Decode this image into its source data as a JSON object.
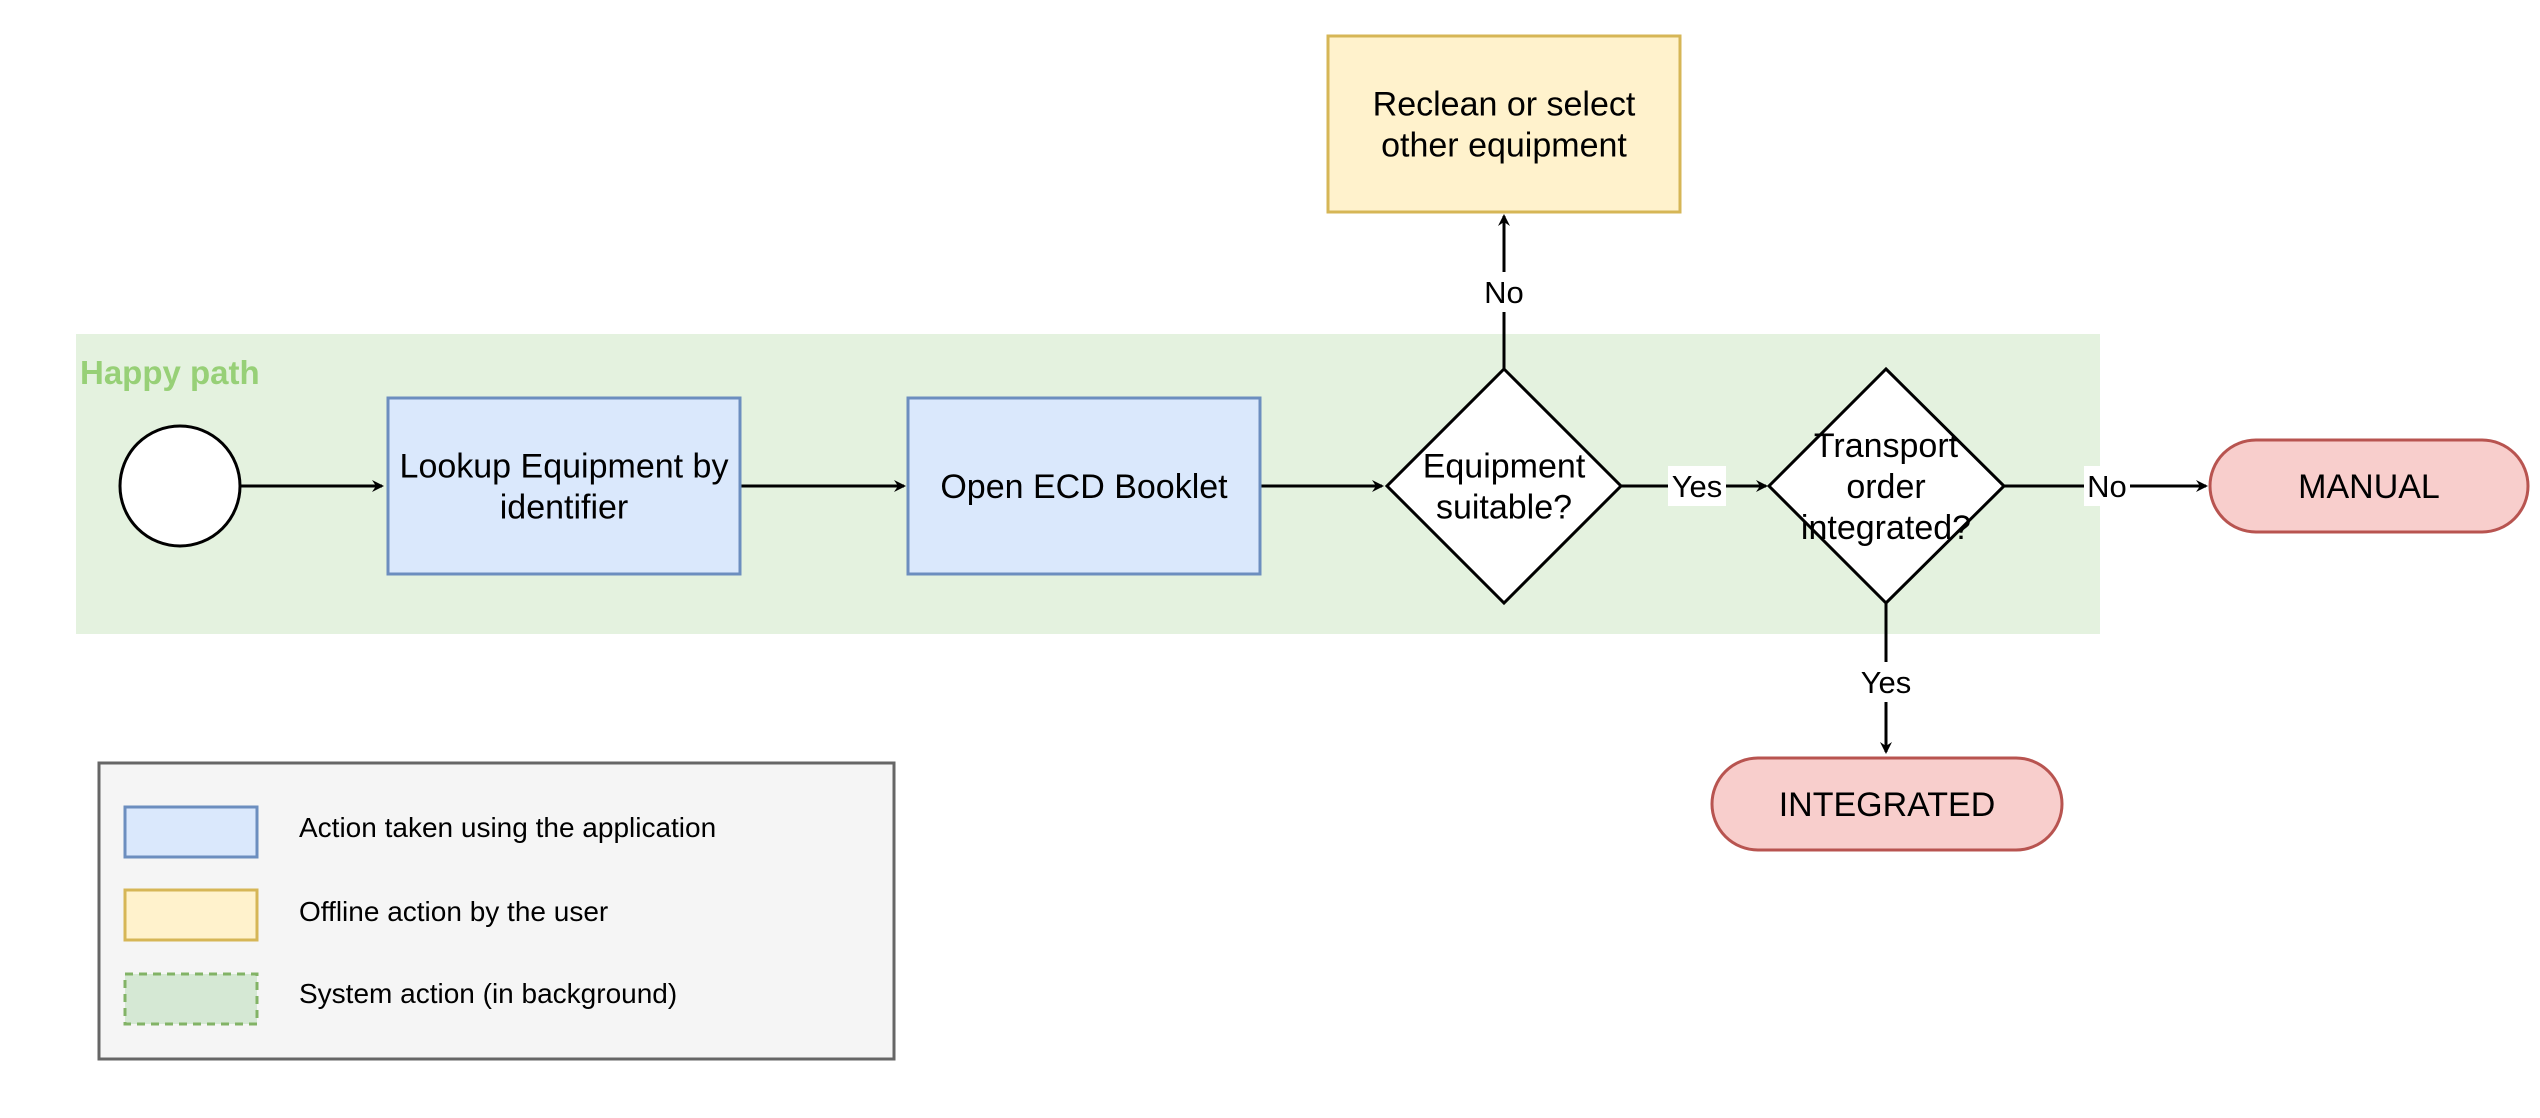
{
  "lane": {
    "title": "Happy path",
    "fill": "#e4f2df",
    "title_color": "#97d077"
  },
  "nodes": {
    "lookup": {
      "lines": [
        "Lookup Equipment by",
        "identifier"
      ]
    },
    "open_booklet": {
      "lines": [
        "Open ECD Booklet"
      ]
    },
    "equipment_suitable": {
      "lines": [
        "Equipment",
        "suitable?"
      ]
    },
    "transport_order": {
      "lines": [
        "Transport",
        "order",
        "integrated?"
      ]
    },
    "reclean": {
      "lines": [
        "Reclean or select",
        "other equipment"
      ]
    },
    "manual": {
      "lines": [
        "MANUAL"
      ]
    },
    "integrated": {
      "lines": [
        "INTEGRATED"
      ]
    }
  },
  "edges": {
    "suitable_no": "No",
    "suitable_yes": "Yes",
    "transport_no": "No",
    "transport_yes": "Yes"
  },
  "legend": {
    "items": [
      {
        "label": "Action taken using the application",
        "fill": "#dae8fc",
        "stroke": "#6c8ebf",
        "dashed": false
      },
      {
        "label": "Offline action by the user",
        "fill": "#fff2cc",
        "stroke": "#d6b656",
        "dashed": false
      },
      {
        "label": "System action (in background)",
        "fill": "#d5e8d4",
        "stroke": "#82b366",
        "dashed": true
      }
    ]
  },
  "colors": {
    "application_fill": "#dae8fc",
    "application_stroke": "#6c8ebf",
    "offline_fill": "#fff2cc",
    "offline_stroke": "#d6b656",
    "terminal_fill": "#f8cecc",
    "terminal_stroke": "#b85450",
    "legend_bg": "#f5f5f5",
    "legend_stroke": "#666666"
  }
}
